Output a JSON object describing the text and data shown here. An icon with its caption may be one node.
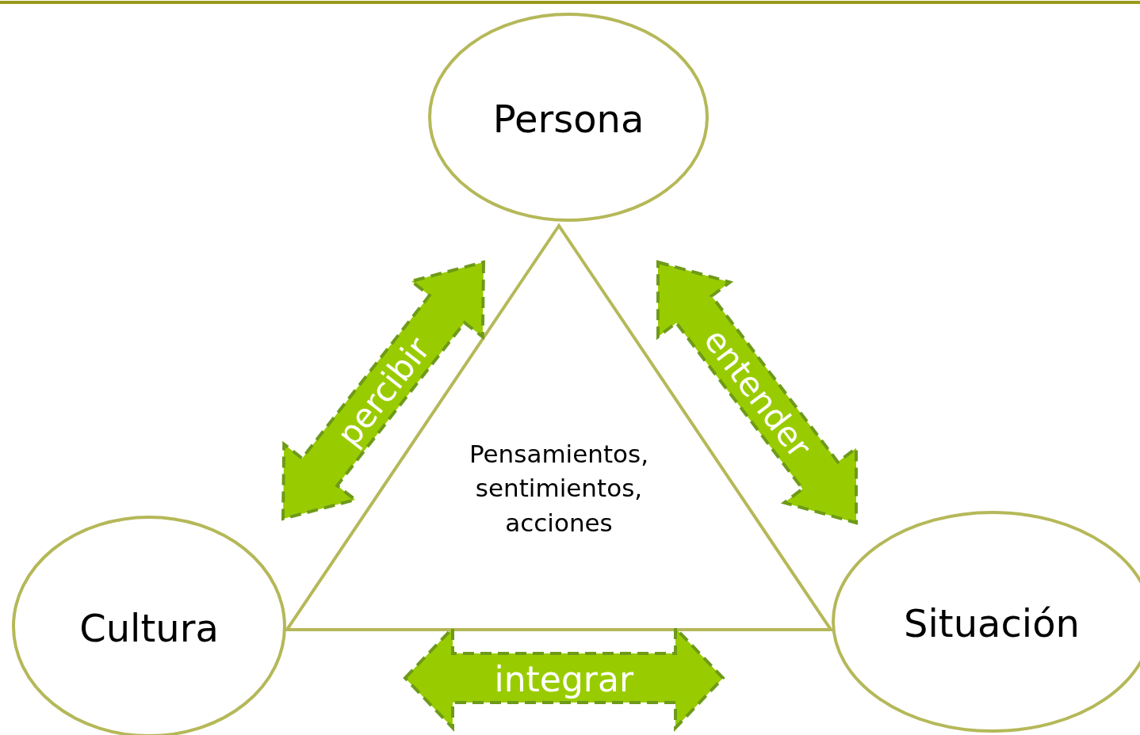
{
  "diagram": {
    "nodes": [
      {
        "text": [
          "Persona"
        ]
      },
      {
        "text": [
          "Cultura"
        ]
      },
      {
        "text": [
          "Situación"
        ]
      },
      {
        "text": [
          "Pensamientos, sentimientos, acciones"
        ]
      }
    ],
    "edges": [
      {
        "from": 0,
        "to": 1,
        "arrow": "both",
        "label": "percibir",
        "style": "dashed"
      },
      {
        "from": 0,
        "to": 2,
        "arrow": "both",
        "label": "entender",
        "style": "dashed"
      },
      {
        "from": 1,
        "to": 2,
        "arrow": "both",
        "label": "integrar",
        "style": "dashed"
      }
    ]
  }
}
